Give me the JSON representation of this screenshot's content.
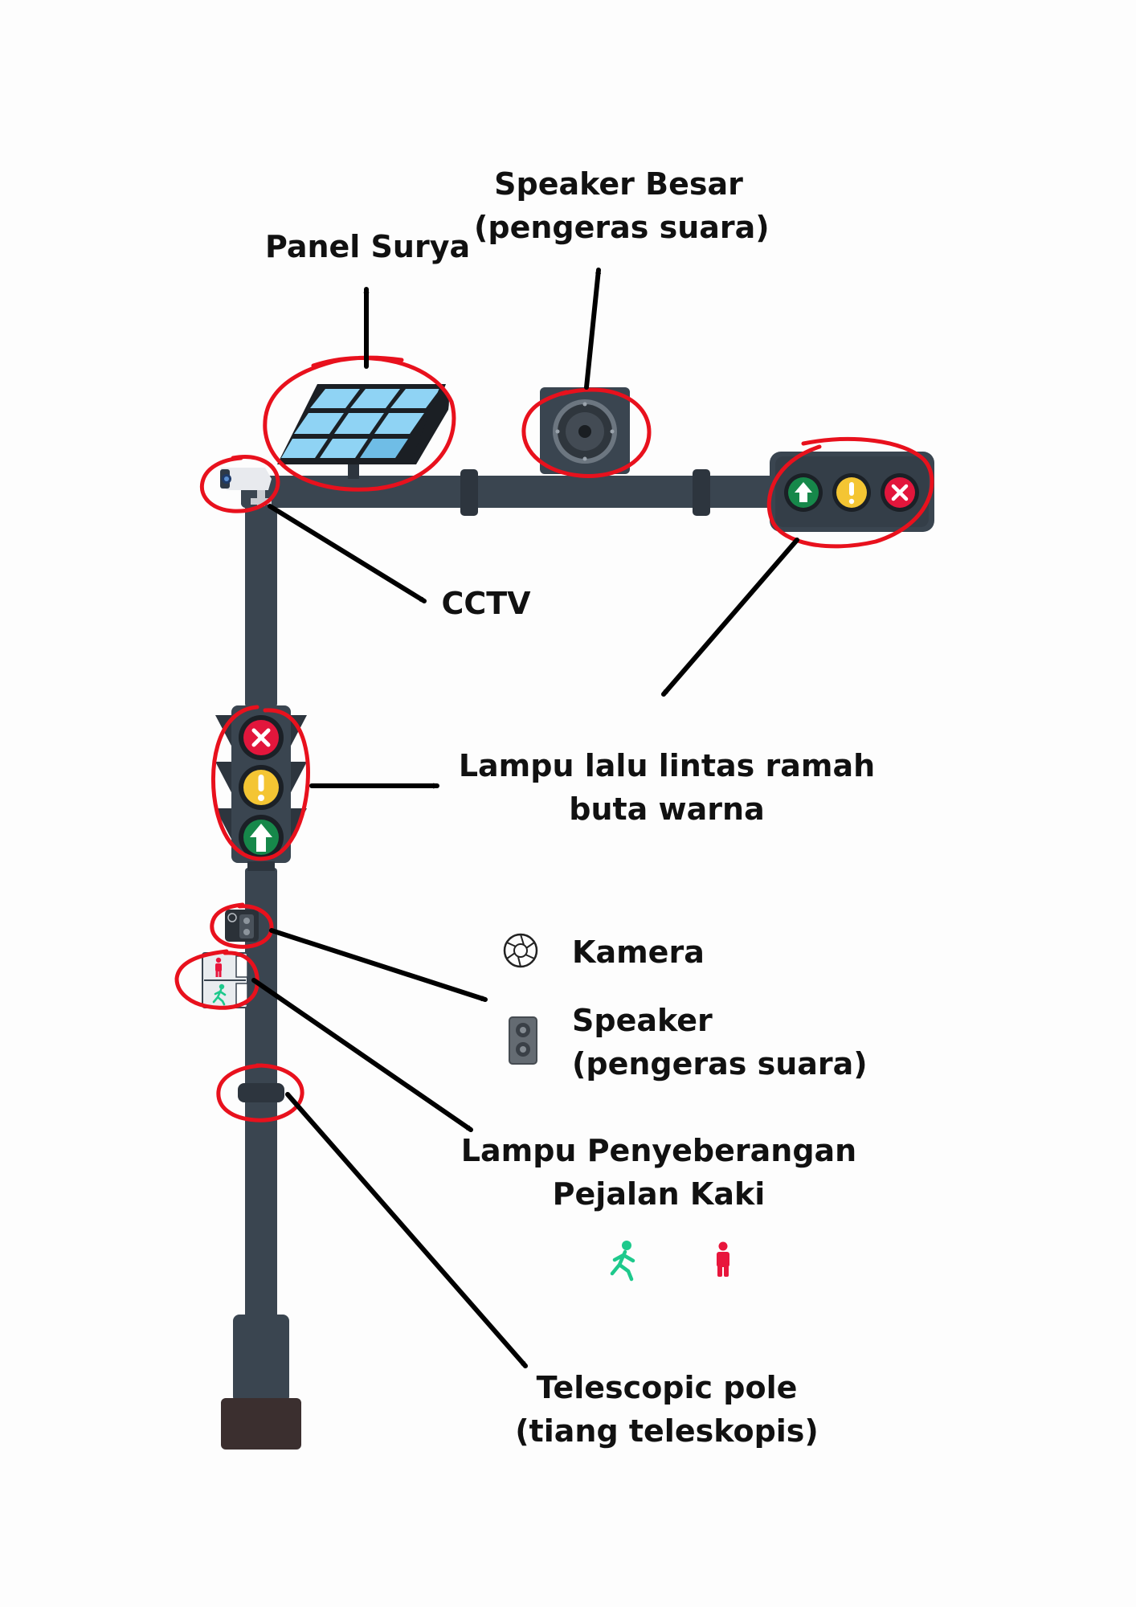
{
  "labels": {
    "panel_surya": "Panel Surya",
    "speaker_besar_1": "Speaker Besar",
    "speaker_besar_2": "(pengeras suara)",
    "cctv": "CCTV",
    "lampu_lalu_lintas_1": "Lampu lalu lintas ramah",
    "lampu_lalu_lintas_2": "buta warna",
    "kamera": "Kamera",
    "speaker_1": "Speaker",
    "speaker_2": "(pengeras suara)",
    "penyeberangan_1": "Lampu Penyeberangan",
    "penyeberangan_2": "Pejalan Kaki",
    "telescopic_1": "Telescopic pole",
    "telescopic_2": "(tiang teleskopis)"
  },
  "icons": {
    "solar_panel": "solar-panel-icon",
    "speaker_box": "speaker-box-icon",
    "cctv": "cctv-camera-icon",
    "traffic_light_horizontal": "traffic-light-horizontal-icon",
    "traffic_light_vertical": "traffic-light-vertical-icon",
    "camera": "camera-aperture-icon",
    "small_speaker": "small-speaker-icon",
    "pedestrian_walk": "pedestrian-walk-icon",
    "pedestrian_stop": "pedestrian-stop-icon"
  },
  "colors": {
    "pole": "#3a4550",
    "pole_dark": "#2d353e",
    "base": "#3b2f2f",
    "highlight_circle": "#e8111d",
    "signal_red": "#e2163c",
    "signal_yellow": "#f4c533",
    "signal_green": "#16884a",
    "solar_blue": "#8fd3f4",
    "walk_green": "#1ec98c",
    "stop_red": "#e8163c"
  }
}
